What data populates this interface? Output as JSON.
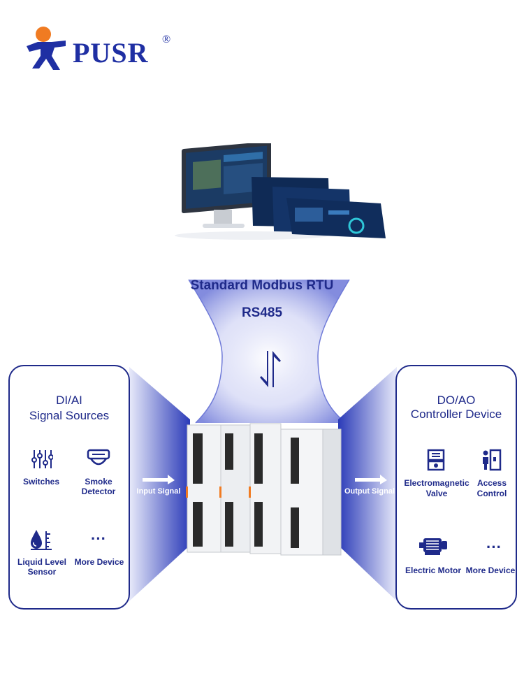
{
  "logo": {
    "text": "PUSR",
    "reg": "®"
  },
  "protocol": {
    "line1": "Standard Modbus RTU",
    "line2": "RS485"
  },
  "left_panel": {
    "title_line1": "DI/AI",
    "title_line2": "Signal Sources",
    "items": [
      {
        "label": "Switches",
        "icon": "switches-icon"
      },
      {
        "label_line1": "Smoke",
        "label_line2": "Detector",
        "icon": "smoke-detector-icon"
      },
      {
        "label_line1": "Liquid Level",
        "label_line2": "Sensor",
        "icon": "liquid-level-icon"
      },
      {
        "label": "More Device",
        "icon": "more-icon"
      }
    ]
  },
  "right_panel": {
    "title_line1": "DO/AO",
    "title_line2": "Controller Device",
    "items": [
      {
        "label_line1": "Electromagnetic",
        "label_line2": "Valve",
        "icon": "valve-icon"
      },
      {
        "label_line1": "Access",
        "label_line2": "Control",
        "icon": "access-control-icon"
      },
      {
        "label": "Electric Motor",
        "icon": "motor-icon"
      },
      {
        "label": "More Device",
        "icon": "more-icon"
      }
    ]
  },
  "signals": {
    "input": "Input Signal",
    "output": "Output Signal"
  },
  "colors": {
    "brand": "#1f2fa3",
    "accent_orange": "#f07b22",
    "beam": "#2b3bb8"
  }
}
